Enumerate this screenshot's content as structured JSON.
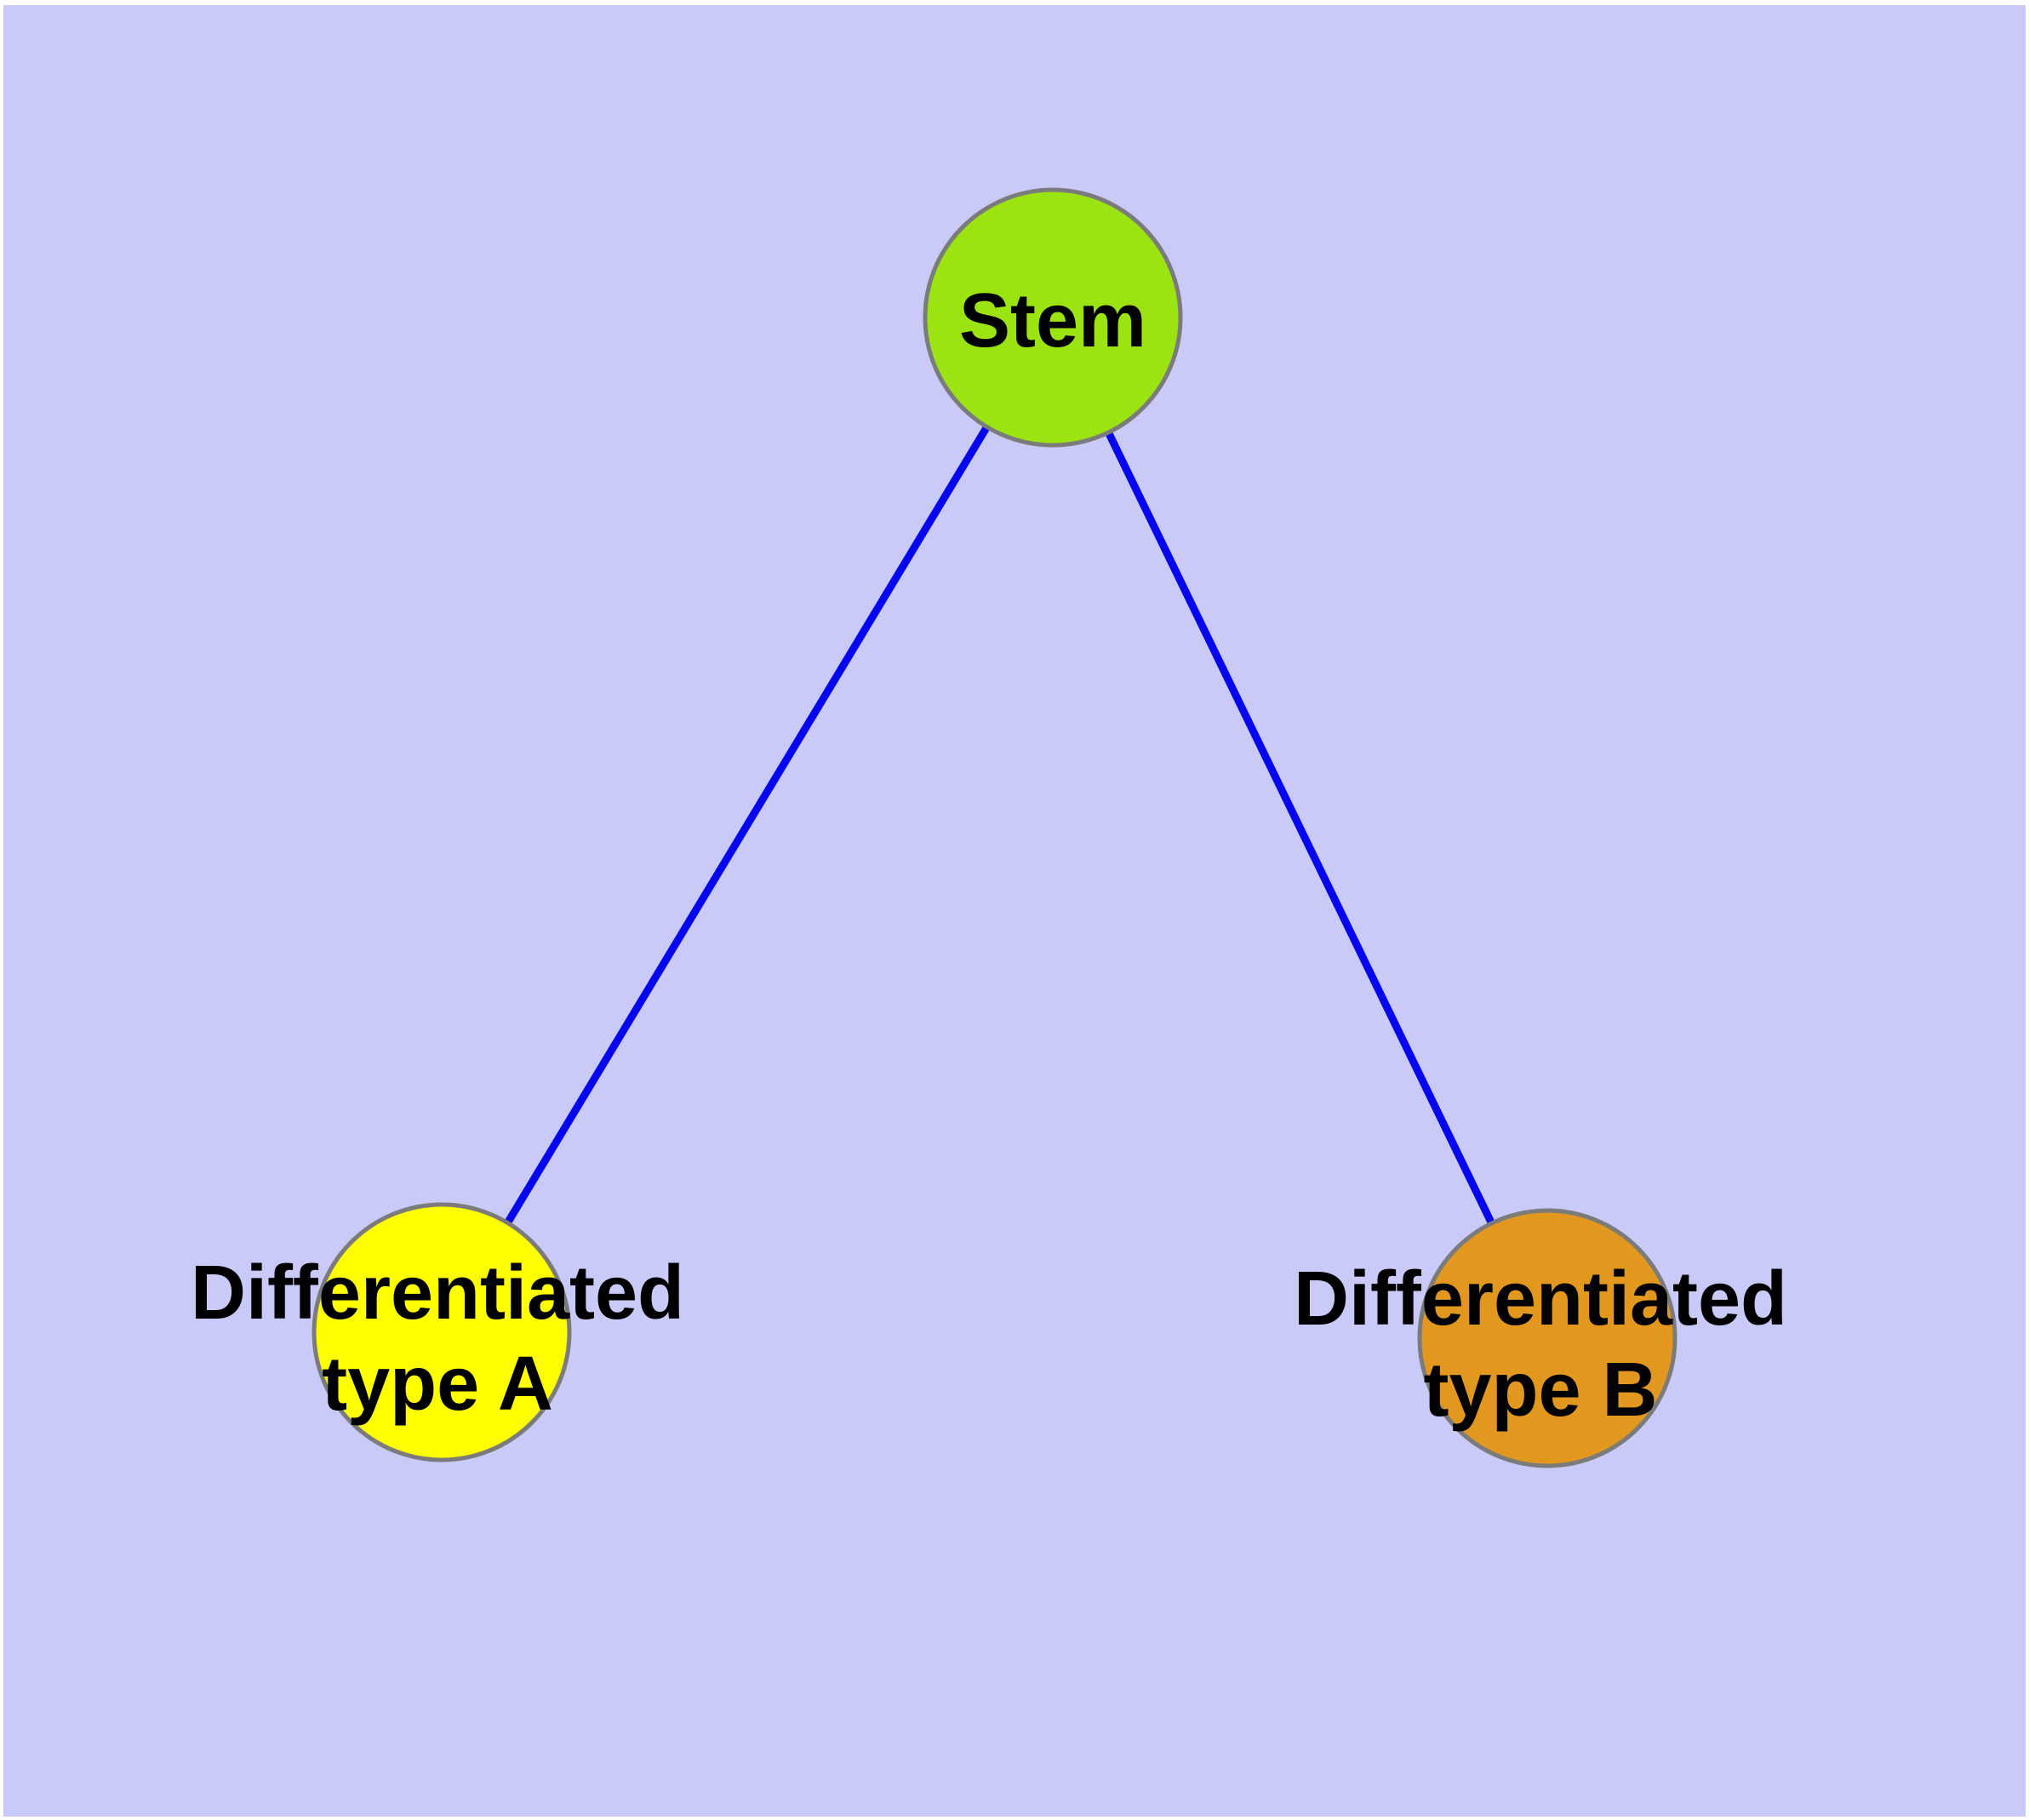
{
  "diagram": {
    "type": "graph",
    "background_color": "#CACAF8",
    "page_margin_color": "#FFFFFF",
    "edge_color": "#0505F0",
    "node_border_color": "#7B7B7B",
    "label_color": "#000000",
    "nodes": {
      "stem": {
        "label": "Stem",
        "fill_color": "#9BE412"
      },
      "type_a": {
        "label": "Differentiated type A",
        "label_line1": "Differentiated",
        "label_line2": "type A",
        "fill_color": "#FFFF00"
      },
      "type_b": {
        "label": "Differentiated type B",
        "label_line1": "Differentiated",
        "label_line2": "type B",
        "fill_color": "#E2981F"
      }
    },
    "edges": [
      {
        "from": "Stem",
        "to": "Differentiated type A"
      },
      {
        "from": "Stem",
        "to": "Differentiated type B"
      }
    ]
  }
}
